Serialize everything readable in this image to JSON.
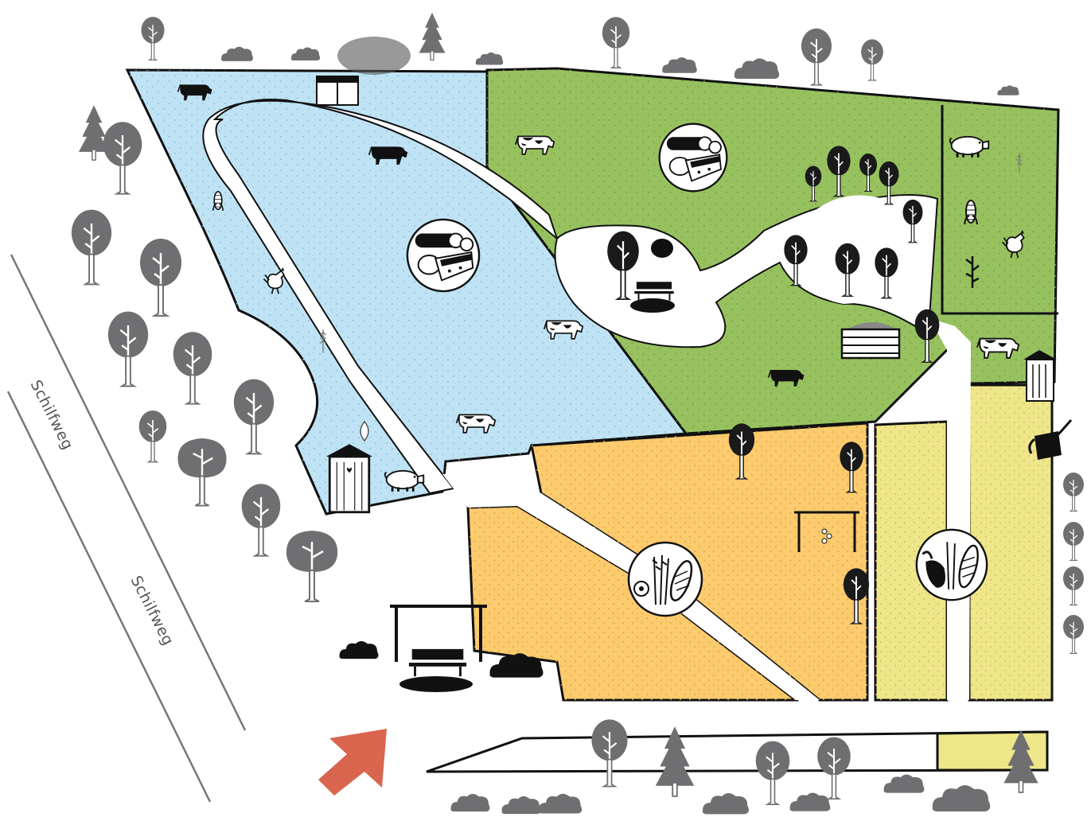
{
  "streets": [
    {
      "label": "Schilfweg"
    },
    {
      "label": "Schilfweg"
    }
  ],
  "fields": [
    {
      "name": "meadow",
      "color": "#bfe3f4"
    },
    {
      "name": "pasture",
      "color": "#97c15f"
    },
    {
      "name": "grain-field",
      "color": "#fbcb6e"
    },
    {
      "name": "vegetable-field",
      "color": "#eee78a"
    }
  ],
  "entrance": {
    "icon": "entrance-arrow-icon",
    "color": "#d9654f"
  },
  "colors": {
    "outline": "#111111",
    "tree": "#6f6f71",
    "tree_dark": "#1a1a1a",
    "path": "#ffffff"
  },
  "icons": [
    "cow-icon",
    "pig-icon",
    "chicken-icon",
    "corn-icon",
    "wheat-icon",
    "beehive-icon",
    "outhouse-icon",
    "tool-shed-icon",
    "watering-can-icon",
    "bench-icon",
    "swing-icon",
    "grape-trellis-icon",
    "compost-icon",
    "sausage-cheese-badge-icon",
    "grain-badge-icon",
    "vegetable-badge-icon",
    "tree-icon",
    "bush-icon"
  ]
}
